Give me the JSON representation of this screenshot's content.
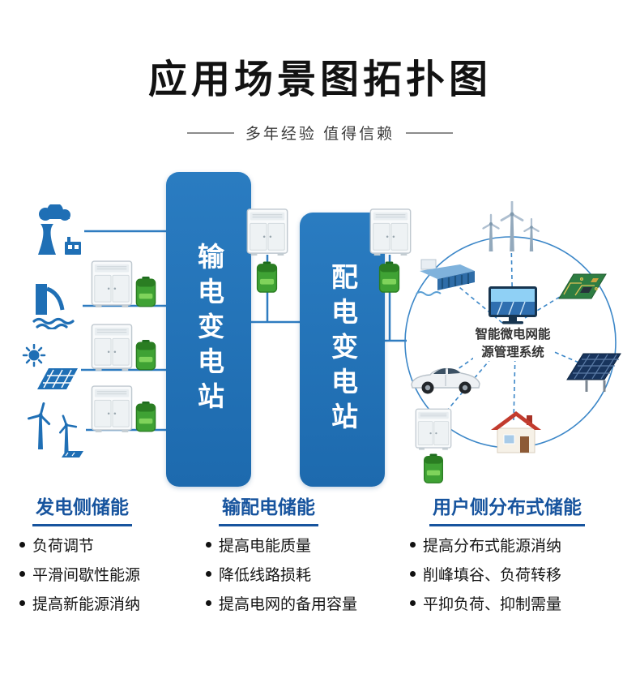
{
  "header": {
    "title": "应用场景图拓扑图",
    "subtitle": "多年经验 值得信赖"
  },
  "diagram": {
    "substation_1": "输电变电站",
    "substation_2": "配电变电站",
    "center_system": "智能微电网能源管理系统"
  },
  "icons": {
    "left_sources": [
      "thermal-power-icon",
      "hydro-power-icon",
      "solar-power-icon",
      "wind-power-icon"
    ],
    "storage": [
      "battery-cabinet-icon",
      "green-battery-icon"
    ],
    "network_nodes": [
      "wind-turbines-icon",
      "hydro-station-icon",
      "circuit-board-icon",
      "monitor-icon",
      "car-icon",
      "solar-panel-icon",
      "battery-cabinet-icon",
      "house-icon"
    ]
  },
  "sections": [
    {
      "title": "发电侧储能",
      "items": [
        "负荷调节",
        "平滑间歇性能源",
        "提高新能源消纳"
      ]
    },
    {
      "title": "输配电储能",
      "items": [
        "提高电能质量",
        "降低线路损耗",
        "提高电网的备用容量"
      ]
    },
    {
      "title": "用户侧分布式储能",
      "items": [
        "提高分布式能源消纳",
        "削峰填谷、负荷转移",
        "平抑负荷、抑制需量"
      ]
    }
  ],
  "colors": {
    "primary_blue": "#2173b9",
    "line_blue": "#2f7cc0",
    "header_blue": "#17549e",
    "battery_green": "#3fa234",
    "title_color": "#121212"
  }
}
